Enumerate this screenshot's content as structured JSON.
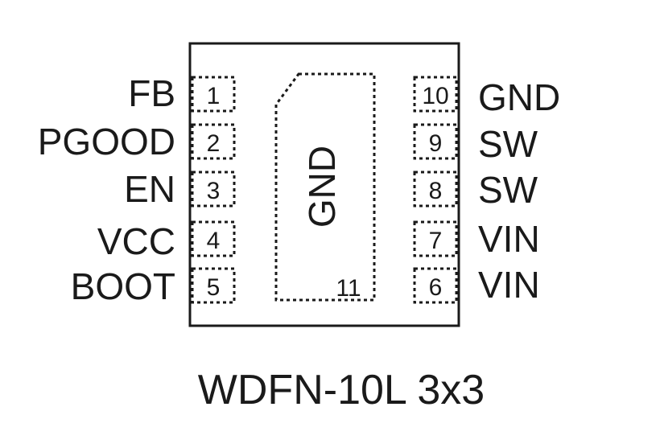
{
  "package": {
    "name": "WDFN-10L 3x3"
  },
  "left_pins": [
    {
      "number": "1",
      "label": "FB"
    },
    {
      "number": "2",
      "label": "PGOOD"
    },
    {
      "number": "3",
      "label": "EN"
    },
    {
      "number": "4",
      "label": "VCC"
    },
    {
      "number": "5",
      "label": "BOOT"
    }
  ],
  "right_pins": [
    {
      "number": "10",
      "label": "GND"
    },
    {
      "number": "9",
      "label": "SW"
    },
    {
      "number": "8",
      "label": "SW"
    },
    {
      "number": "7",
      "label": "VIN"
    },
    {
      "number": "6",
      "label": "VIN"
    }
  ],
  "exposed_pad": {
    "number": "11",
    "label": "GND"
  },
  "colors": {
    "ink": "#1a1a1a",
    "background": "#ffffff"
  }
}
